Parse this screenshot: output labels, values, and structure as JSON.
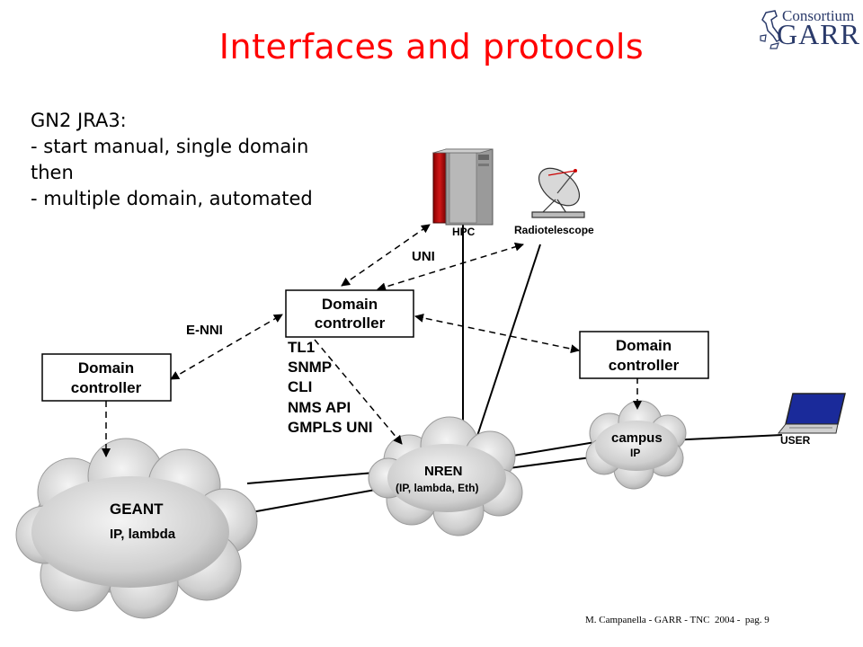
{
  "title": "Interfaces and protocols",
  "logo": {
    "line1": "Consortium",
    "line2": "GARR"
  },
  "notes": [
    "GN2 JRA3:",
    "- start manual, single domain",
    "then",
    "- multiple domain, automated"
  ],
  "diagram": {
    "hpc_label": "HPC",
    "radiotelescope_label": "Radiotelescope",
    "uni_label": "UNI",
    "enni_label": "E-NNI",
    "domain_controller_center": [
      "Domain",
      "controller"
    ],
    "domain_controller_left": [
      "Domain",
      "controller"
    ],
    "domain_controller_right": [
      "Domain",
      "controller"
    ],
    "protocols": [
      "TL1",
      "SNMP",
      "CLI",
      "NMS API",
      "GMPLS UNI"
    ],
    "geant": {
      "name": "GEANT",
      "detail": "IP, lambda"
    },
    "nren": {
      "name": "NREN",
      "detail": "(IP, lambda, Eth)"
    },
    "campus": {
      "name": "campus",
      "detail": "IP"
    },
    "user_label": "USER"
  },
  "footer": "M. Campanella - GARR - TNC  2004 -  pag. 9"
}
